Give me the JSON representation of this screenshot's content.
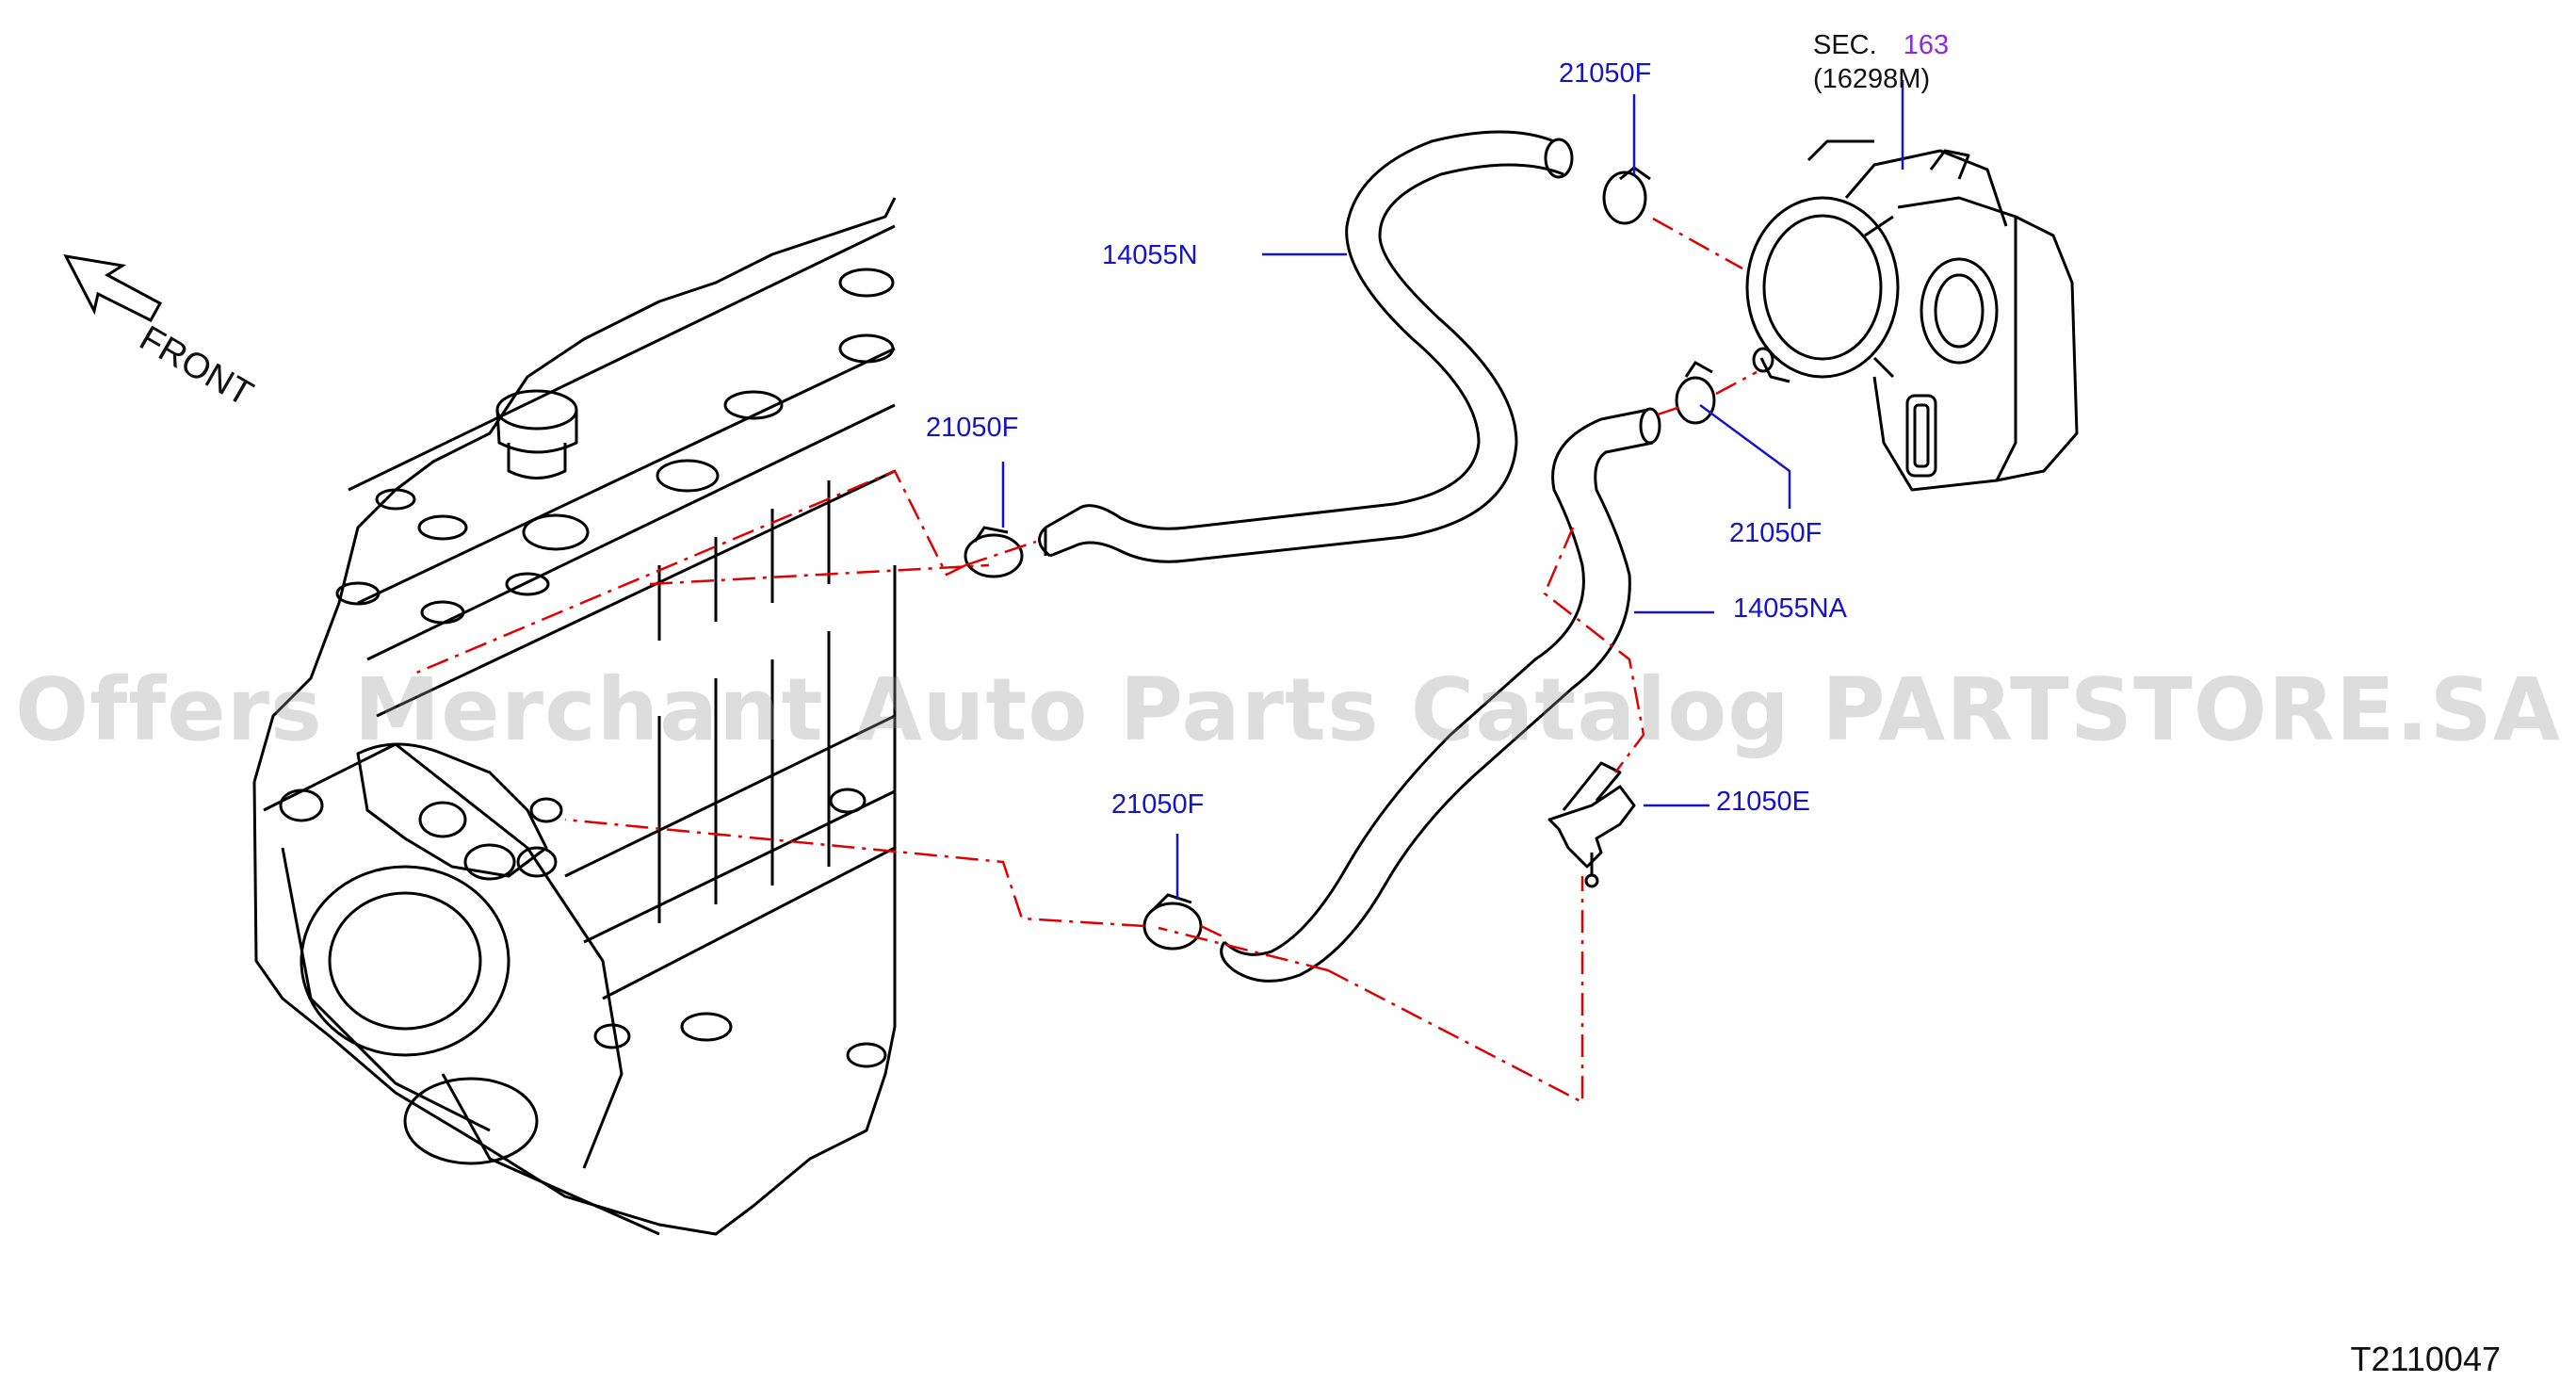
{
  "diagram": {
    "direction_label": "FRONT",
    "section": {
      "prefix": "SEC.",
      "number": "163",
      "part": "(16298M)"
    },
    "callouts": {
      "clamp_top": "21050F",
      "hose_upper": "14055N",
      "clamp_left": "21050F",
      "clamp_right": "21050F",
      "hose_lower": "14055NA",
      "clamp_bottom": "21050F",
      "clip": "21050E"
    },
    "drawing_id": "T2110047",
    "watermark": "Offers Merchant Auto Parts Catalog PARTSTORE.SA",
    "colors": {
      "callout": "#1414c8",
      "leader": "#e00000",
      "line": "#000000",
      "section_number": "#8a2be2"
    }
  }
}
